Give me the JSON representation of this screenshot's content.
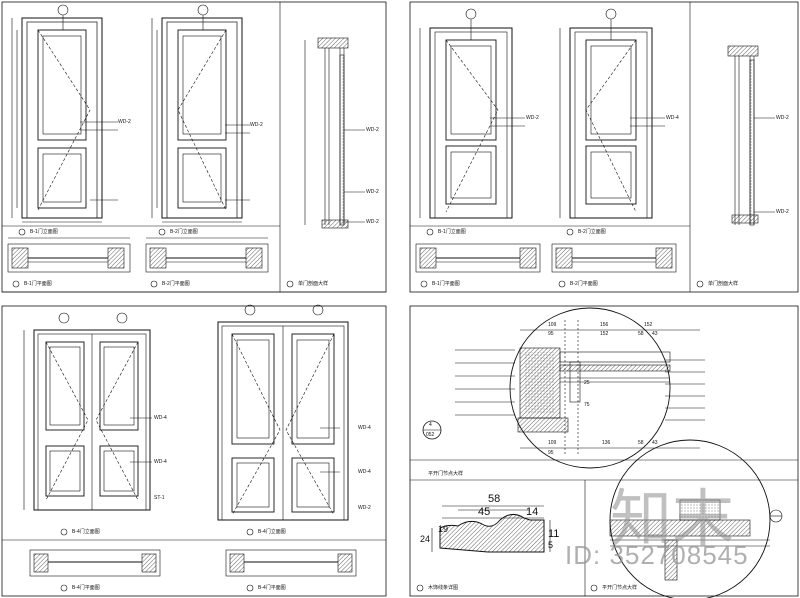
{
  "watermark": {
    "brand": "知末",
    "id": "ID: 352708545"
  },
  "titles": {
    "p1_a": "B-1门立面图",
    "p1_b": "B-2门立面图",
    "p1_c": "B-1门平面图",
    "p1_d": "B-2门平面图",
    "p1_e": "单门剖面大样",
    "p2_a": "B-1门立面图",
    "p2_b": "B-2门立面图",
    "p2_c": "B-1门平面图",
    "p2_d": "B-2门平面图",
    "p2_e": "单门剖面大样",
    "p3_a": "B-4门立面图",
    "p3_b": "B-4门立面图",
    "p3_c": "B-4门平面图",
    "p3_d": "B-4门平面图",
    "p4_a": "平开门节点大样",
    "p4_b": "木饰线条详图",
    "p4_c": "平开门节点大样"
  },
  "tags": {
    "wd2": "WD-2",
    "wd4": "WD-4",
    "st1": "ST-1"
  },
  "detail_dims": {
    "top": [
      "109",
      "95",
      "156",
      "152",
      "58",
      "43"
    ],
    "top2": "152",
    "bottom": [
      "109",
      "95",
      "136",
      "58",
      "43"
    ],
    "side": "75",
    "side2": "25"
  },
  "molding_dims": {
    "w1": "58",
    "w2": "45",
    "w3": "14",
    "h1": "24",
    "h2": "19",
    "h3": "11",
    "h4": "5"
  },
  "detail_number": "4",
  "detail_sheet": "052"
}
